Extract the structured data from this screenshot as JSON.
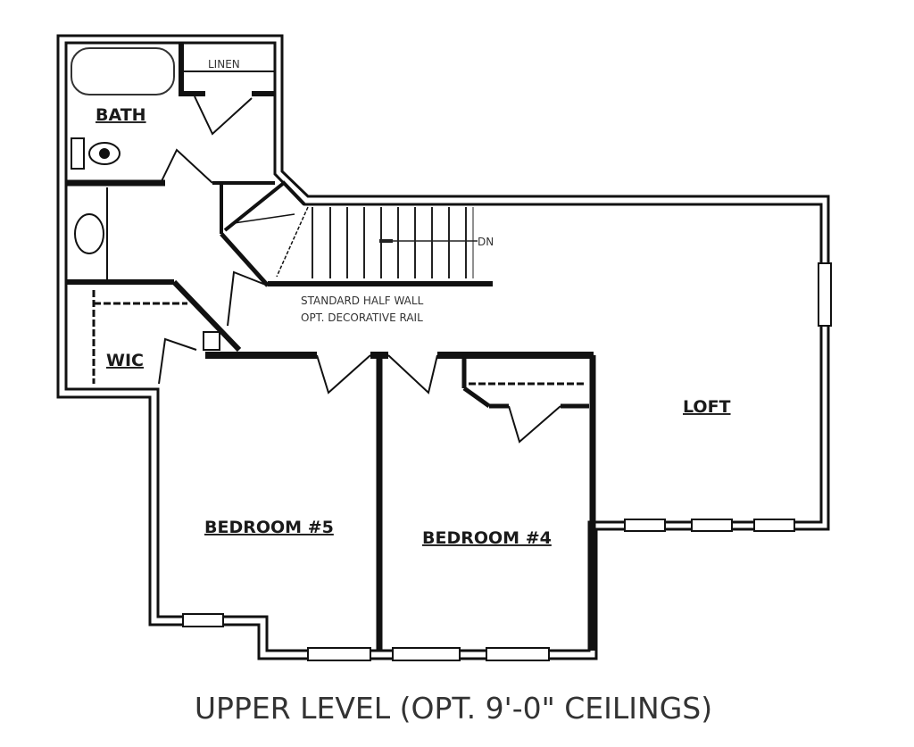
{
  "plan": {
    "title": "UPPER LEVEL (OPT. 9'-0\" CEILINGS)",
    "rooms": {
      "bath": "BATH",
      "linen": "LINEN",
      "wic": "WIC",
      "loft": "LOFT",
      "bedroom5": "BEDROOM #5",
      "bedroom4": "BEDROOM #4"
    },
    "stair_label": "DN",
    "notes": [
      "STANDARD HALF WALL",
      "OPT. DECORATIVE RAIL"
    ]
  }
}
